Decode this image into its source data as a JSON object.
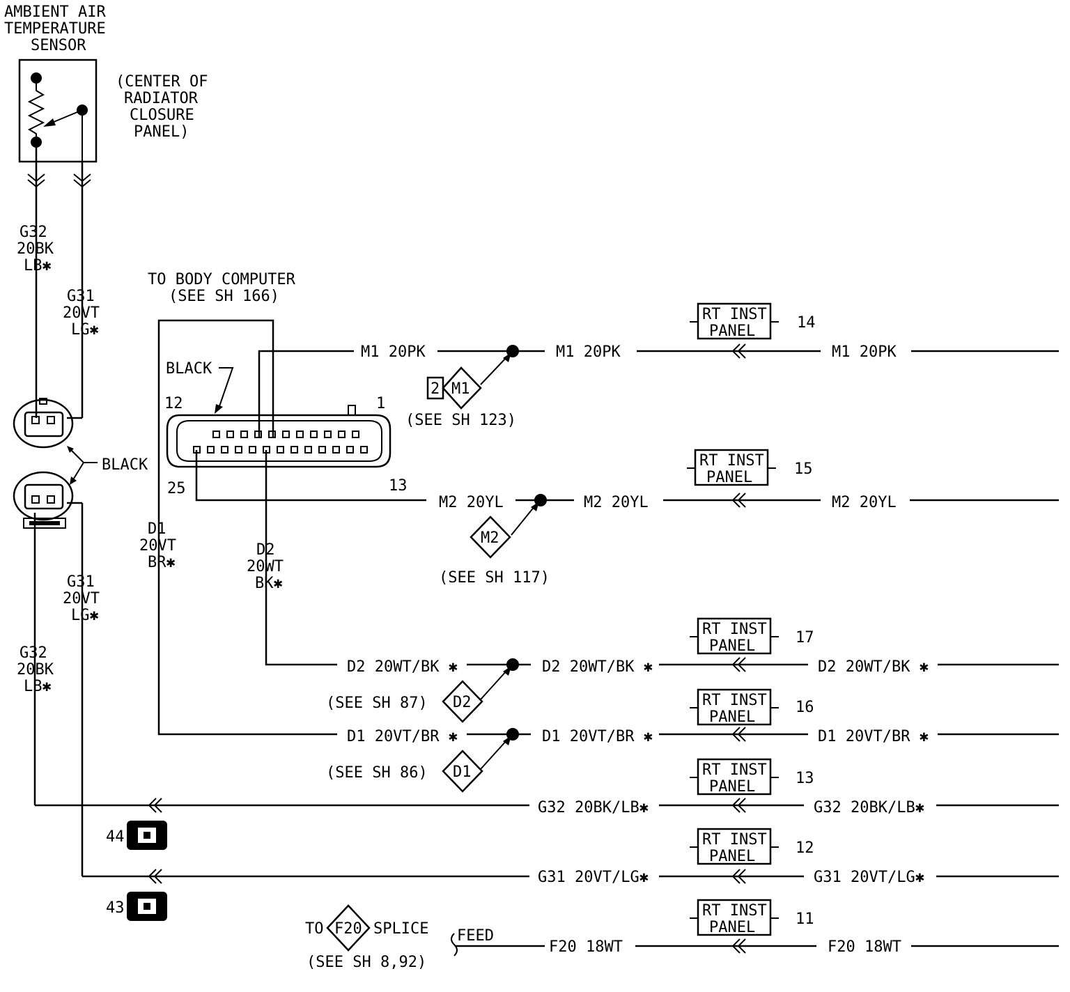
{
  "sensor": {
    "title": [
      "AMBIENT AIR",
      "TEMPERATURE",
      "SENSOR"
    ],
    "location": [
      "(CENTER OF",
      "RADIATOR",
      "CLOSURE",
      "PANEL)"
    ]
  },
  "body_computer": {
    "label": [
      "TO BODY COMPUTER",
      "(SEE SH 166)"
    ],
    "connector_color": "BLACK",
    "pins": {
      "p12": "12",
      "p1": "1",
      "p25": "25",
      "p13": "13"
    }
  },
  "sensor_connector": {
    "color": "BLACK"
  },
  "vertical_wires": {
    "g32_upper": [
      "G32",
      "20BK",
      "LB✱"
    ],
    "g31_upper": [
      "G31",
      "20VT",
      "LG✱"
    ],
    "d1": [
      "D1",
      "20VT",
      "BR✱"
    ],
    "d2": [
      "D2",
      "20WT",
      "BK✱"
    ],
    "g31_lower": [
      "G31",
      "20VT",
      "LG✱"
    ],
    "g32_lower": [
      "G32",
      "20BK",
      "LB✱"
    ]
  },
  "circuits": [
    {
      "left": "M1 20PK",
      "mid": "M1 20PK",
      "right": "M1 20PK",
      "connector": [
        "RT INST",
        "PANEL"
      ],
      "pin": "14",
      "splice": "M1",
      "splice_prefix": "2",
      "ref": "(SEE SH 123)"
    },
    {
      "left": "M2 20YL",
      "mid": "M2 20YL",
      "right": "M2 20YL",
      "connector": [
        "RT INST",
        "PANEL"
      ],
      "pin": "15",
      "splice": "M2",
      "ref": "(SEE SH 117)"
    },
    {
      "left": "D2 20WT/BK ✱",
      "mid": "D2 20WT/BK ✱",
      "right": "D2 20WT/BK ✱",
      "connector": [
        "RT INST",
        "PANEL"
      ],
      "pin": "17",
      "splice": "D2",
      "ref": "(SEE SH 87)"
    },
    {
      "left": "D1 20VT/BR ✱",
      "mid": "D1 20VT/BR ✱",
      "right": "D1 20VT/BR ✱",
      "connector": [
        "RT INST",
        "PANEL"
      ],
      "pin": "16",
      "splice": "D1",
      "ref": "(SEE SH 86)"
    },
    {
      "mid": "G32 20BK/LB✱",
      "right": "G32 20BK/LB✱",
      "connector": [
        "RT INST",
        "PANEL"
      ],
      "pin": "13"
    },
    {
      "mid": "G31 20VT/LG✱",
      "right": "G31 20VT/LG✱",
      "connector": [
        "RT INST",
        "PANEL"
      ],
      "pin": "12"
    },
    {
      "mid": "F20 18WT",
      "right": "F20 18WT",
      "connector": [
        "RT INST",
        "PANEL"
      ],
      "pin": "11"
    }
  ],
  "ground_connectors": [
    {
      "num": "44"
    },
    {
      "num": "43"
    }
  ],
  "feed": {
    "to": "TO",
    "splice": "F20",
    "splice_word": "SPLICE",
    "feed_label": "FEED",
    "ref": "(SEE SH 8,92)"
  }
}
